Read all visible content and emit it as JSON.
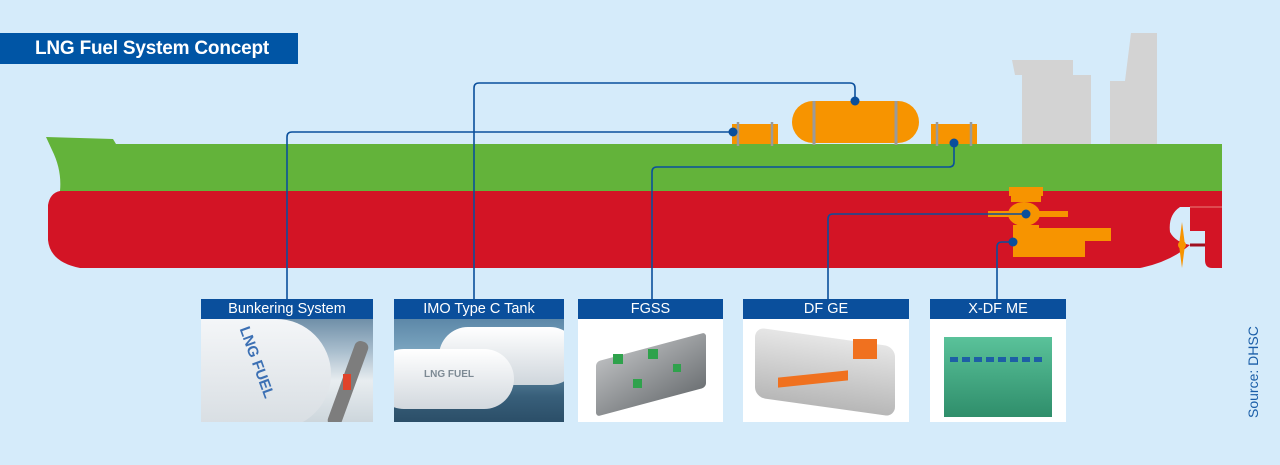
{
  "title": "LNG Fuel System Concept",
  "source": "Source: DHSC",
  "colors": {
    "background": "#d5ebfa",
    "title_bg": "#0055a5",
    "deck": "#63b33a",
    "hull": "#d31425",
    "equipment": "#f79400",
    "superstructure": "#d3d3d3",
    "pipe": "#0a4f9c"
  },
  "components": [
    {
      "id": "bunkering",
      "label": "Bunkering System",
      "image": "LNG fuel tank with bunkering hose photo",
      "image_text": "LNG FUEL"
    },
    {
      "id": "tank",
      "label": "IMO Type C Tank",
      "image": "Type C LNG tanks on deck photo",
      "image_text": "LNG FUEL"
    },
    {
      "id": "fgss",
      "label": "FGSS",
      "image": "Fuel gas supply system skid render"
    },
    {
      "id": "dfge",
      "label": "DF GE",
      "image": "Dual-fuel generator engine render"
    },
    {
      "id": "xdfme",
      "label": "X-DF ME",
      "image": "X-DF main engine render"
    }
  ]
}
